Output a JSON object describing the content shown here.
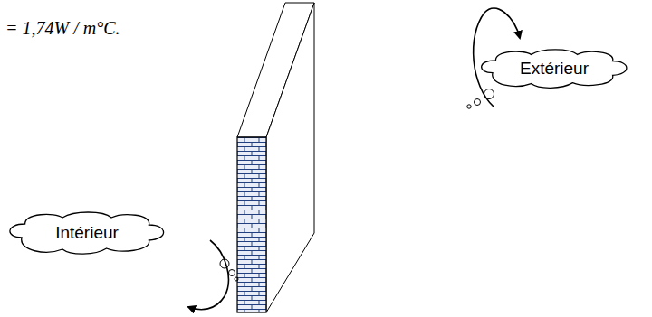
{
  "diagram": {
    "nodes": [
      {
        "text": [
          "Extérieur"
        ]
      },
      {
        "text": [
          "Intérieur"
        ]
      }
    ],
    "labels": [
      "= 1,74W / m°C."
    ]
  }
}
